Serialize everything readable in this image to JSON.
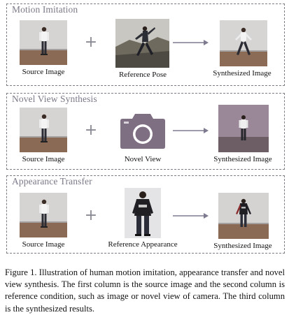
{
  "panels": [
    {
      "title": "Motion Imitation",
      "source_label": "Source Image",
      "condition_label": "Reference Pose",
      "result_label": "Synthesized Image"
    },
    {
      "title": "Novel View Synthesis",
      "source_label": "Source Image",
      "condition_label": "Novel View",
      "result_label": "Synthesized Image"
    },
    {
      "title": "Appearance Transfer",
      "source_label": "Source Image",
      "condition_label": "Reference Appearance",
      "result_label": "Synthesized Image"
    }
  ],
  "icons": {
    "plus": "+",
    "arrow": "arrow-right-icon",
    "camera": "camera-icon"
  },
  "colors": {
    "dashed_border": "#7c7c86",
    "title_text": "#7a7a88",
    "camera": "#7f6f83",
    "arrow": "#7e7a90"
  },
  "caption": "Figure 1. Illustration of human motion imitation, appearance transfer and novel view synthesis. The first column is the source image and the second column is reference condition, such as image or novel view of camera. The third column is the synthesized results."
}
